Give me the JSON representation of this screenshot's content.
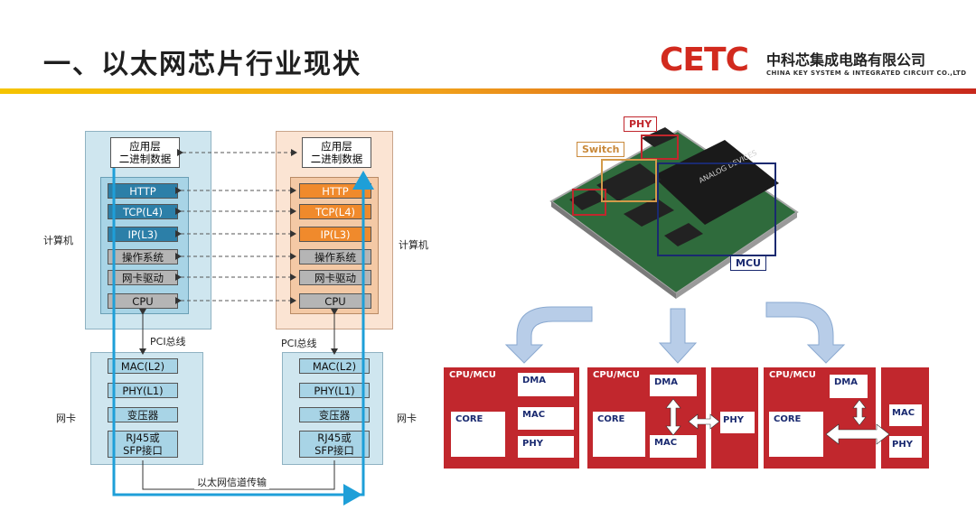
{
  "header": {
    "title": "一、以太网芯片行业现状",
    "logo_text": "CETC",
    "company_cn": "中科芯集成电路有限公司",
    "company_en": "CHINA KEY SYSTEM & INTEGRATED CIRCUIT CO.,LTD"
  },
  "stack": {
    "side_computer": "计算机",
    "side_nic": "网卡",
    "app_layer": "应用层",
    "binary_data": "二进制数据",
    "layers": [
      "HTTP",
      "TCP(L4)",
      "IP(L3)",
      "操作系统",
      "网卡驱动",
      "CPU"
    ],
    "pci": "PCI总线",
    "nic_layers": [
      "MAC(L2)",
      "PHY(L1)",
      "变压器"
    ],
    "rj45_line1": "RJ45或",
    "rj45_line2": "SFP接口",
    "channel": "以太网信道传输"
  },
  "chip": {
    "phy_tag": "PHY",
    "switch_tag": "Switch",
    "mcu_tag": "MCU"
  },
  "blocks": {
    "cpu_mcu": "CPU/MCU",
    "core": "CORE",
    "dma": "DMA",
    "mac": "MAC",
    "phy": "PHY"
  },
  "colors": {
    "accent_red": "#c1272d",
    "stack_blue": "#2c7fa8",
    "stack_orange": "#f08a2c",
    "panel_blue": "#cfe6ef",
    "panel_peach": "#fbe4d3",
    "cable": "#1e9fd8"
  }
}
